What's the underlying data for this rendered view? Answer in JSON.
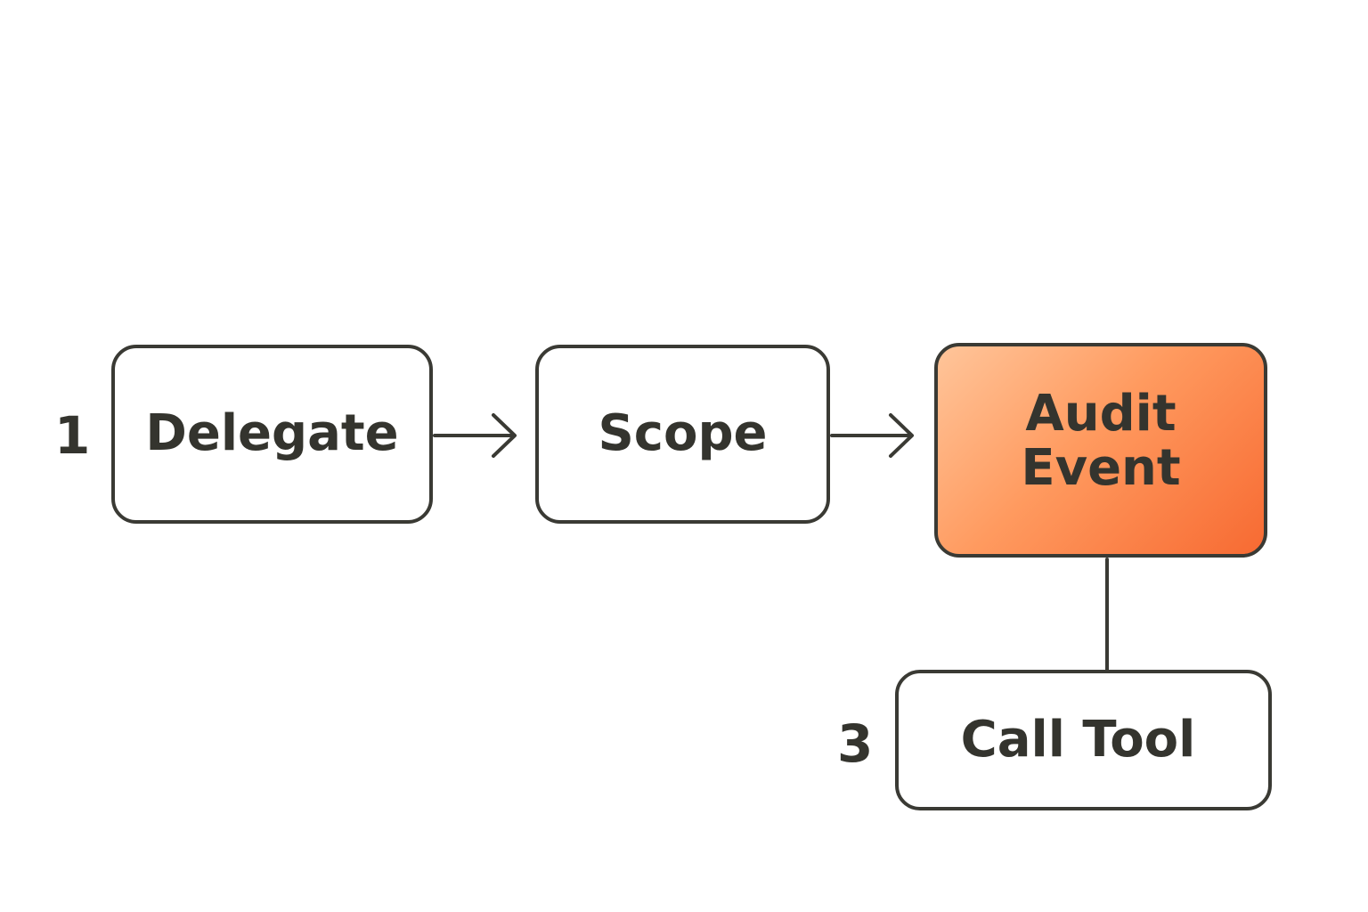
{
  "diagram": {
    "steps": [
      {
        "number": "1",
        "label": "Delegate"
      },
      {
        "number": "",
        "label": "Scope"
      },
      {
        "number": "",
        "label": "Audit\nEvent"
      },
      {
        "number": "3",
        "label": "Call Tool"
      }
    ],
    "colors": {
      "stroke": "#3a3a34",
      "text": "#34342e",
      "highlight_start": "#ffc59a",
      "highlight_end": "#f76a32",
      "background": "#ffffff"
    }
  }
}
